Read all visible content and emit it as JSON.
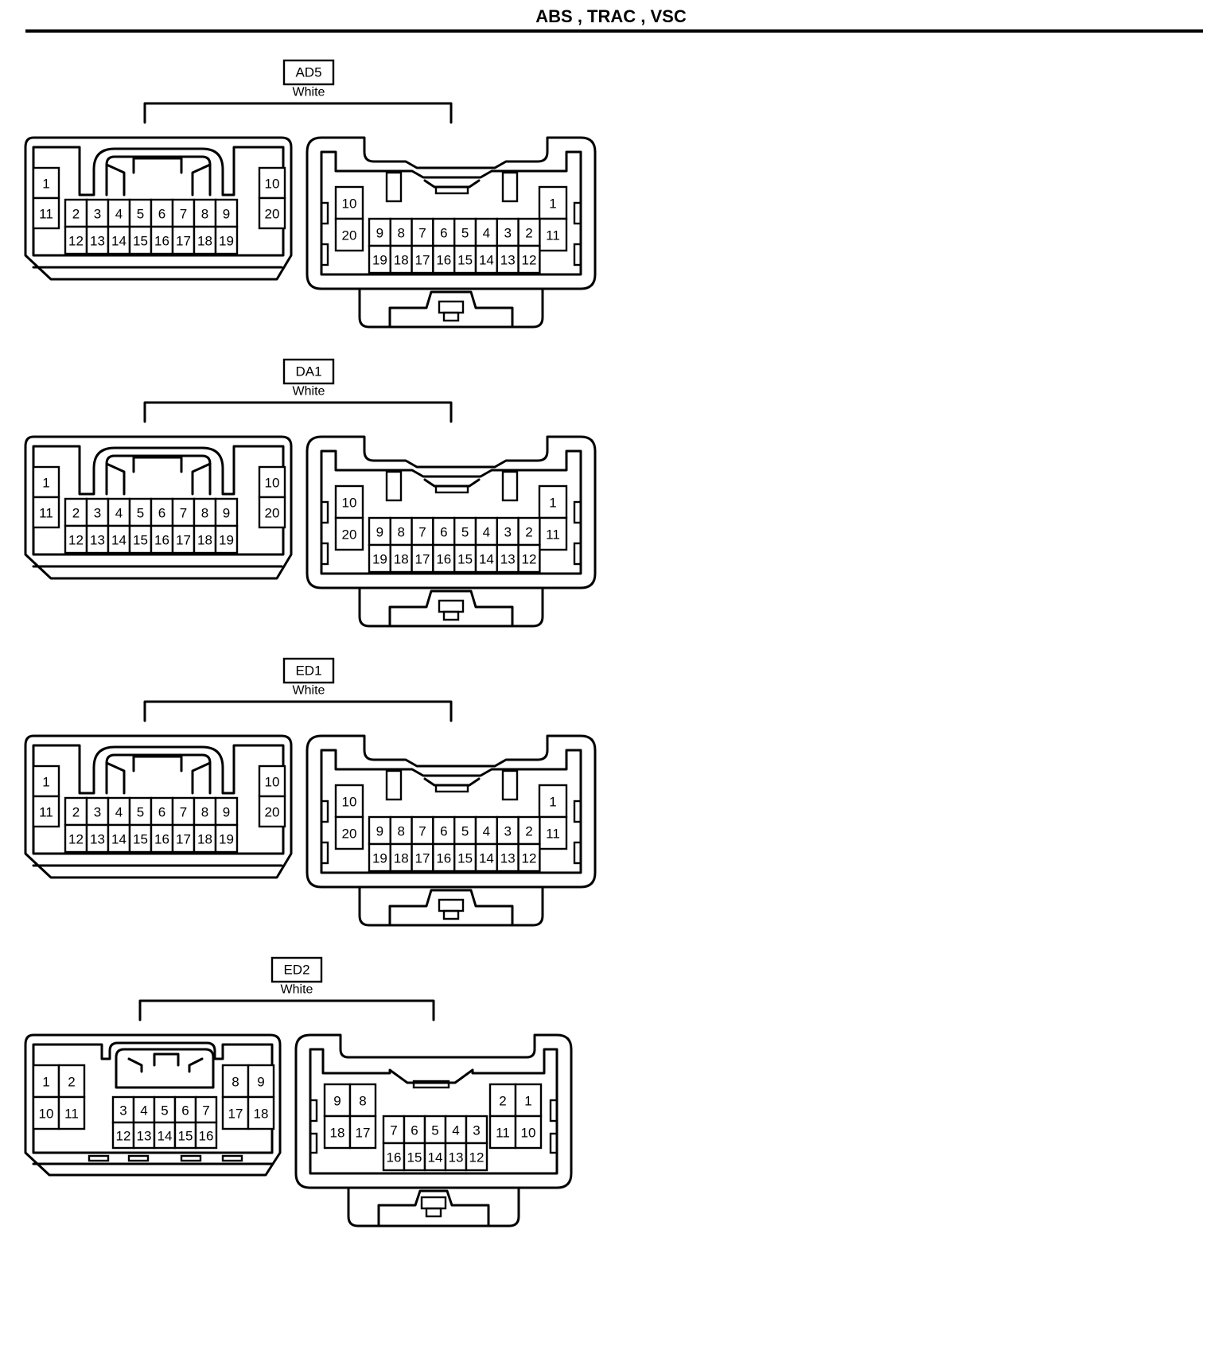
{
  "title": "ABS , TRAC , VSC",
  "connectors": [
    {
      "code": "AD5",
      "color": "White",
      "male_left_pins": [
        "1",
        "11"
      ],
      "male_right_pins": [
        "10",
        "20"
      ],
      "male_top_row": [
        "2",
        "3",
        "4",
        "5",
        "6",
        "7",
        "8",
        "9"
      ],
      "male_bottom_row": [
        "12",
        "13",
        "14",
        "15",
        "16",
        "17",
        "18",
        "19"
      ],
      "female_left_pins": [
        "10",
        "20"
      ],
      "female_right_pins": [
        "1",
        "11"
      ],
      "female_top_row": [
        "9",
        "8",
        "7",
        "6",
        "5",
        "4",
        "3",
        "2"
      ],
      "female_bottom_row": [
        "19",
        "18",
        "17",
        "16",
        "15",
        "14",
        "13",
        "12"
      ]
    },
    {
      "code": "DA1",
      "color": "White",
      "male_left_pins": [
        "1",
        "11"
      ],
      "male_right_pins": [
        "10",
        "20"
      ],
      "male_top_row": [
        "2",
        "3",
        "4",
        "5",
        "6",
        "7",
        "8",
        "9"
      ],
      "male_bottom_row": [
        "12",
        "13",
        "14",
        "15",
        "16",
        "17",
        "18",
        "19"
      ],
      "female_left_pins": [
        "10",
        "20"
      ],
      "female_right_pins": [
        "1",
        "11"
      ],
      "female_top_row": [
        "9",
        "8",
        "7",
        "6",
        "5",
        "4",
        "3",
        "2"
      ],
      "female_bottom_row": [
        "19",
        "18",
        "17",
        "16",
        "15",
        "14",
        "13",
        "12"
      ]
    },
    {
      "code": "ED1",
      "color": "White",
      "male_left_pins": [
        "1",
        "11"
      ],
      "male_right_pins": [
        "10",
        "20"
      ],
      "male_top_row": [
        "2",
        "3",
        "4",
        "5",
        "6",
        "7",
        "8",
        "9"
      ],
      "male_bottom_row": [
        "12",
        "13",
        "14",
        "15",
        "16",
        "17",
        "18",
        "19"
      ],
      "female_left_pins": [
        "10",
        "20"
      ],
      "female_right_pins": [
        "1",
        "11"
      ],
      "female_top_row": [
        "9",
        "8",
        "7",
        "6",
        "5",
        "4",
        "3",
        "2"
      ],
      "female_bottom_row": [
        "19",
        "18",
        "17",
        "16",
        "15",
        "14",
        "13",
        "12"
      ]
    },
    {
      "code": "ED2",
      "color": "White",
      "male_left_grid": [
        [
          "1",
          "2"
        ],
        [
          "10",
          "11"
        ]
      ],
      "male_right_grid": [
        [
          "8",
          "9"
        ],
        [
          "17",
          "18"
        ]
      ],
      "male_top_row": [
        "3",
        "4",
        "5",
        "6",
        "7"
      ],
      "male_bottom_row": [
        "12",
        "13",
        "14",
        "15",
        "16"
      ],
      "female_left_grid": [
        [
          "9",
          "8"
        ],
        [
          "18",
          "17"
        ]
      ],
      "female_right_grid": [
        [
          "2",
          "1"
        ],
        [
          "11",
          "10"
        ]
      ],
      "female_top_row": [
        "7",
        "6",
        "5",
        "4",
        "3"
      ],
      "female_bottom_row": [
        "16",
        "15",
        "14",
        "13",
        "12"
      ]
    }
  ]
}
